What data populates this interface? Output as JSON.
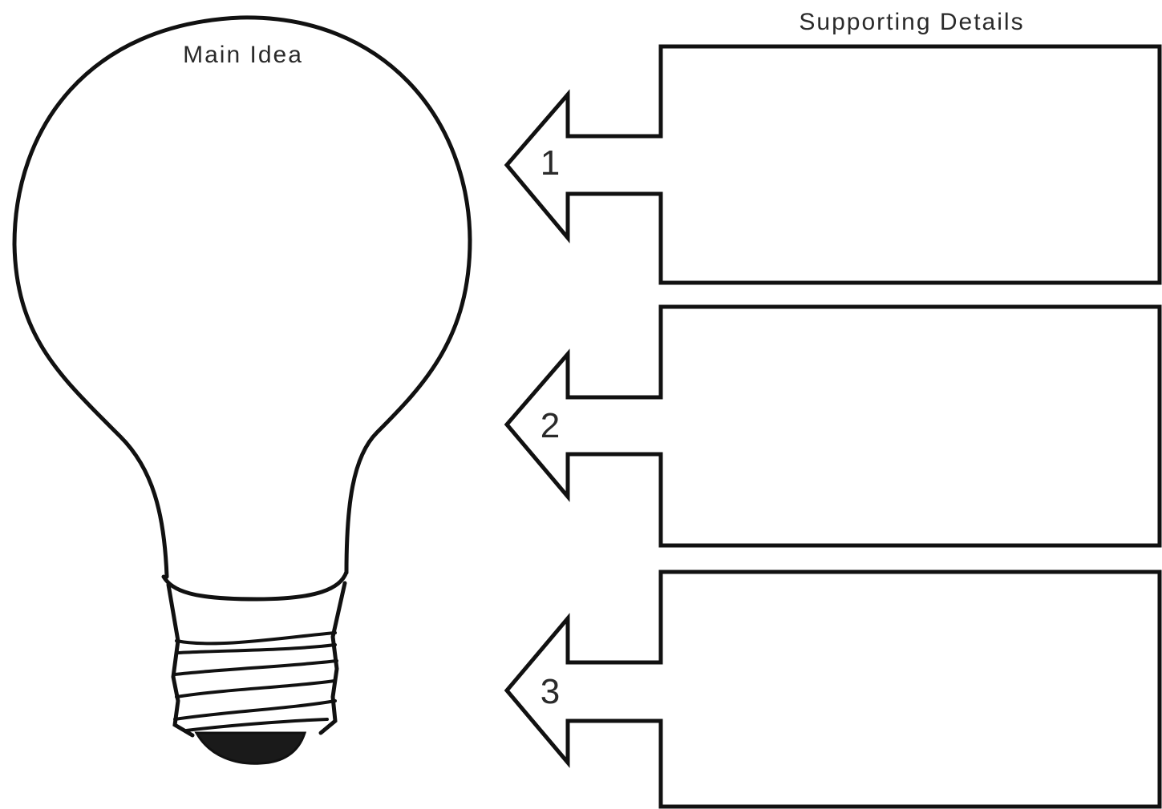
{
  "diagram": {
    "main_idea_label": "Main Idea",
    "supporting_details_label": "Supporting Details",
    "details": [
      {
        "number": "1"
      },
      {
        "number": "2"
      },
      {
        "number": "3"
      }
    ]
  }
}
